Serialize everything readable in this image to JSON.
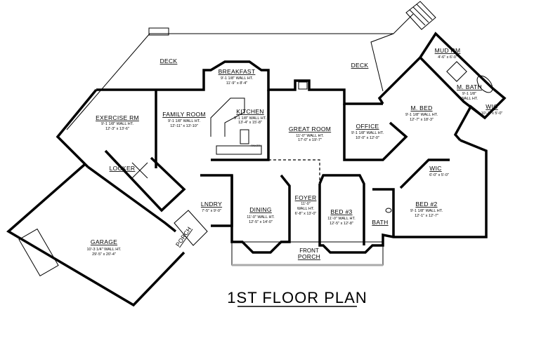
{
  "title": "1ST FLOOR PLAN",
  "rooms": {
    "deck_left": {
      "name": "DECK"
    },
    "deck_right": {
      "name": "DECK"
    },
    "breakfast": {
      "name": "BREAKFAST",
      "wall": "9'-1 1/8\" WALL HT.",
      "size": "11'-9\" x 8'-4\""
    },
    "exercise": {
      "name": "EXERCISE RM",
      "wall": "9'-1 1/8\" WALL HT.",
      "size": "12'-3\" x 13'-6\""
    },
    "family": {
      "name": "FAMILY ROOM",
      "wall": "9'-1 1/8\" WALL HT.",
      "size": "12'-11\" x 13'-10\""
    },
    "kitchen": {
      "name": "KITCHEN",
      "wall": "9'-1 1/8\" WALL HT.",
      "size": "13'-4\" x 15'-8\""
    },
    "pantry": {
      "name": "PANTRY"
    },
    "great": {
      "name": "GREAT ROOM",
      "wall": "11'-0\" WALL HT.",
      "size": "17'-0\" x 19'-7\""
    },
    "office": {
      "name": "OFFICE",
      "wall": "9'-1 1/8\" WALL HT.",
      "size": "10'-0\" x 12'-0\""
    },
    "mbed": {
      "name": "M. BED",
      "wall": "9'-1 1/8\" WALL HT.",
      "size": "12'-7\" x 18'-3\""
    },
    "mbath": {
      "name": "M. BATH",
      "wall": "9'-1 1/8\"",
      "wall2": "WALL HT."
    },
    "mudrm": {
      "name": "MUD RM",
      "size": "4'-6\" x 6'-0\""
    },
    "wic_master": {
      "name": "WIC",
      "size": "10'-1\" x 5'-0\""
    },
    "locker": {
      "name": "LOCKER"
    },
    "laundry": {
      "name": "LNDRY",
      "size": "7'-5\" x 9'-0\""
    },
    "porch_side": {
      "name": "PORCH"
    },
    "dining": {
      "name": "DINING",
      "wall": "11'-0\" WALL HT.",
      "size": "12'-5\" x 14'-0\""
    },
    "foyer": {
      "name": "FOYER",
      "wall": "11'-0\"",
      "wall2": "WALL HT.",
      "size": "6'-8\" x 13'-0\""
    },
    "bed3": {
      "name": "BED #3",
      "wall": "11'-0\" WALL HT.",
      "size": "12'-5\" x 12'-8\""
    },
    "bath": {
      "name": "BATH"
    },
    "bed2": {
      "name": "BED #2",
      "wall": "9'-1 1/8\" WALL HT.",
      "size": "12'-1\" x 12'-7\""
    },
    "wic_bed2": {
      "name": "WIC",
      "size": "6'-0\" x 5'-0\""
    },
    "garage": {
      "name": "GARAGE",
      "wall": "10'-3 1/4\" WALL HT.",
      "size": "29'-5\" x 20'-4\""
    },
    "front_porch": {
      "name": "FRONT",
      "name2": "PORCH"
    }
  }
}
